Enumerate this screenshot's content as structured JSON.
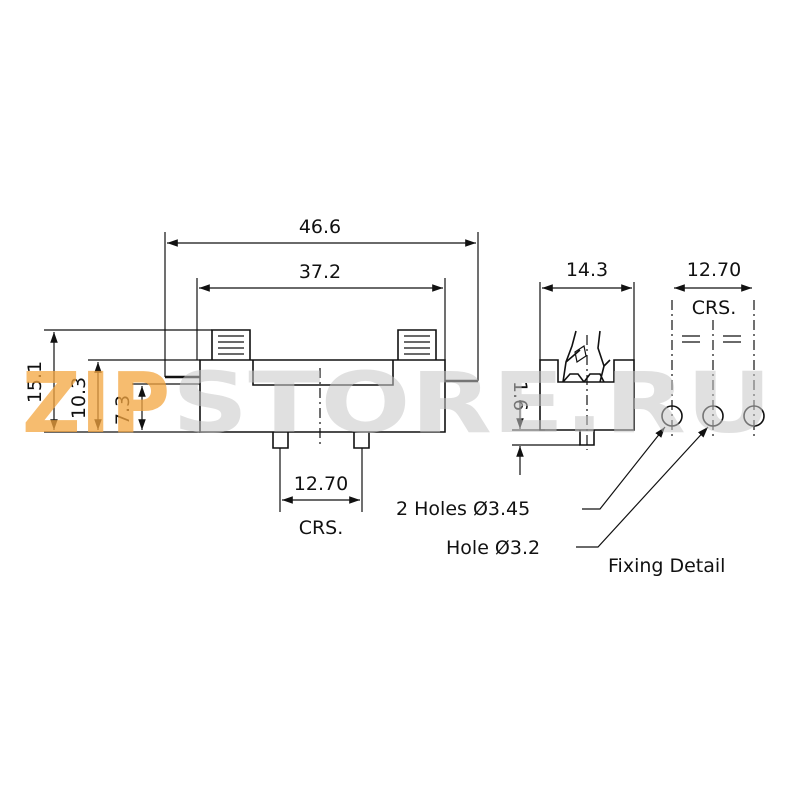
{
  "watermark": {
    "accent": "ZIP",
    "rest": "STORE.RU",
    "accent_color": "#f4a640",
    "rest_color": "#c8c8c8"
  },
  "dimensions": {
    "overall_length": "46.6",
    "body_length": "37.2",
    "total_height": "15.1",
    "clip_height": "10.3",
    "body_height": "7.3",
    "pin_spacing": "12.70",
    "pin_spacing_note": "CRS.",
    "width": "14.3",
    "pin_length": "1.6",
    "fixing_spacing": "12.70",
    "fixing_spacing_note": "CRS."
  },
  "notes": {
    "holes_a": "2 Holes Ø3.45",
    "holes_b": "Hole Ø3.2",
    "fixing_title": "Fixing Detail"
  }
}
